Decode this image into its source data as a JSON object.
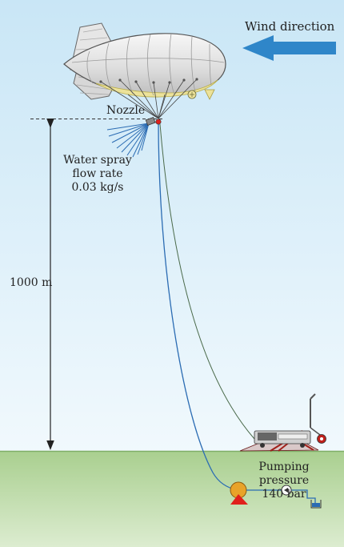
{
  "colors": {
    "sky_top": "#c9e6f6",
    "sky_bottom": "#f1f9fd",
    "ground_top": "#a9cf8f",
    "ground_bottom": "#dcecd0",
    "wind_arrow": "#2f86c9",
    "spray_hose": "#2b6cb3",
    "tether": "#4a6a4a",
    "pump": "#e8a32a",
    "pump_base": "#e0201b"
  },
  "labels": {
    "wind_direction": "Wind direction",
    "nozzle": "Nozzle",
    "spray_line1": "Water spray",
    "spray_line2": "flow rate",
    "spray_line3": "0.03 kg/s",
    "height": "1000 m",
    "pump_line1": "Pumping pressure",
    "pump_line2": "140 bar"
  },
  "icons": {
    "airship": "tethered-balloon-icon",
    "winch": "winch-truck-icon",
    "pump": "pump-icon",
    "check_valve": "check-valve-icon",
    "reservoir": "water-reservoir-icon"
  }
}
